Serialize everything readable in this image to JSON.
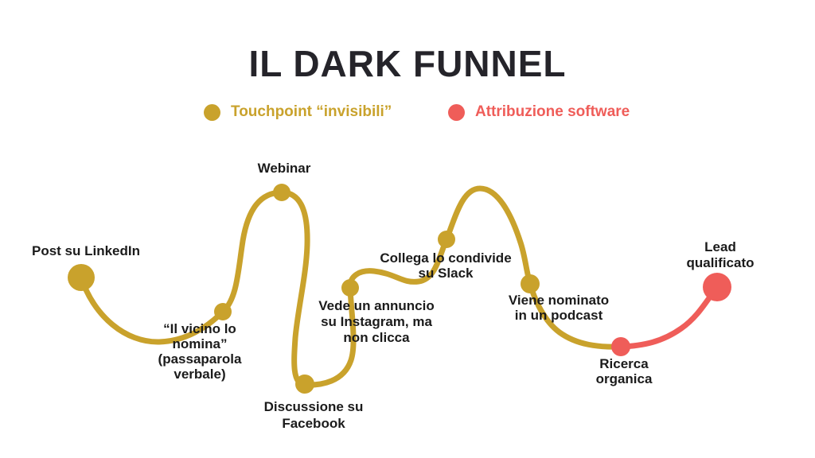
{
  "title": "IL DARK FUNNEL",
  "legend": {
    "invisible": {
      "label": "Touchpoint “invisibili”",
      "color": "#c9a22c"
    },
    "attribution": {
      "label": "Attribuzione software",
      "color": "#ef5d59"
    }
  },
  "colors": {
    "gold": "#c9a22c",
    "coral": "#ef5d59",
    "title": "#25242a",
    "label": "#1b1b1b",
    "background": "#ffffff"
  },
  "nodes": [
    {
      "id": "post-linkedin",
      "label": "Post su LinkedIn",
      "type": "invisible-touchpoint"
    },
    {
      "id": "passaparola",
      "label": "“Il vicino lo\nnomina”\n(passaparola\nverbale)",
      "type": "invisible-touchpoint"
    },
    {
      "id": "webinar",
      "label": "Webinar",
      "type": "invisible-touchpoint"
    },
    {
      "id": "facebook",
      "label": "Discussione su\nFacebook",
      "type": "invisible-touchpoint"
    },
    {
      "id": "instagram",
      "label": "Vede un annuncio\nsu Instagram, ma\nnon clicca",
      "type": "invisible-touchpoint"
    },
    {
      "id": "slack",
      "label": "Collega lo condivide\nsu Slack",
      "type": "invisible-touchpoint"
    },
    {
      "id": "podcast",
      "label": "Viene nominato\nin un podcast",
      "type": "invisible-touchpoint"
    },
    {
      "id": "ricerca",
      "label": "Ricerca\norganica",
      "type": "attribution-software"
    },
    {
      "id": "lead",
      "label": "Lead qualificato",
      "type": "attribution-software"
    }
  ]
}
